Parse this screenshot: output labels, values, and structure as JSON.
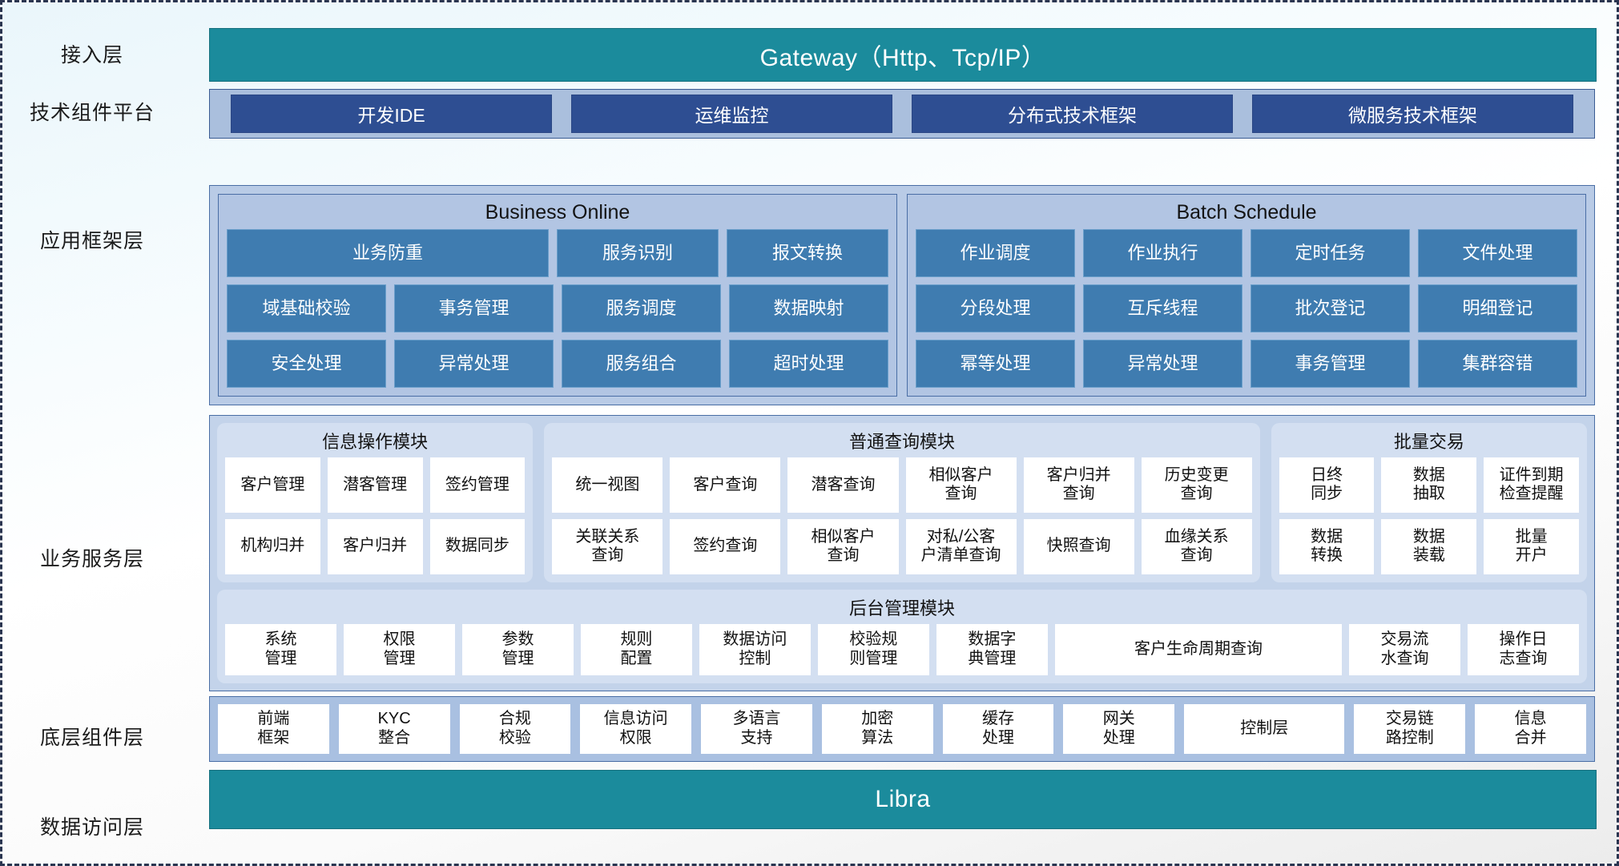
{
  "layers": [
    {
      "id": "access",
      "label": "接入层"
    },
    {
      "id": "tech",
      "label": "技术组件平台"
    },
    {
      "id": "appframe",
      "label": "应用框架层"
    },
    {
      "id": "bizservice",
      "label": "业务服务层"
    },
    {
      "id": "component",
      "label": "底层组件层"
    },
    {
      "id": "dataaccess",
      "label": "数据访问层"
    }
  ],
  "access": {
    "gateway_label": "Gateway（Http、Tcp/IP）"
  },
  "tech": {
    "items": [
      {
        "label": "开发IDE"
      },
      {
        "label": "运维监控"
      },
      {
        "label": "分布式技术框架"
      },
      {
        "label": "微服务技术框架"
      }
    ]
  },
  "appframe": {
    "panels": [
      {
        "title": "Business Online",
        "rows": [
          [
            {
              "label": "业务防重",
              "span": 2
            },
            {
              "label": "服务识别",
              "span": 1
            },
            {
              "label": "报文转换",
              "span": 1
            }
          ],
          [
            {
              "label": "域基础校验",
              "span": 1
            },
            {
              "label": "事务管理",
              "span": 1
            },
            {
              "label": "服务调度",
              "span": 1
            },
            {
              "label": "数据映射",
              "span": 1
            }
          ],
          [
            {
              "label": "安全处理",
              "span": 1
            },
            {
              "label": "异常处理",
              "span": 1
            },
            {
              "label": "服务组合",
              "span": 1
            },
            {
              "label": "超时处理",
              "span": 1
            }
          ]
        ]
      },
      {
        "title": "Batch Schedule",
        "rows": [
          [
            {
              "label": "作业调度",
              "span": 1
            },
            {
              "label": "作业执行",
              "span": 1
            },
            {
              "label": "定时任务",
              "span": 1
            },
            {
              "label": "文件处理",
              "span": 1
            }
          ],
          [
            {
              "label": "分段处理",
              "span": 1
            },
            {
              "label": "互斥线程",
              "span": 1
            },
            {
              "label": "批次登记",
              "span": 1
            },
            {
              "label": "明细登记",
              "span": 1
            }
          ],
          [
            {
              "label": "幂等处理",
              "span": 1
            },
            {
              "label": "异常处理",
              "span": 1
            },
            {
              "label": "事务管理",
              "span": 1
            },
            {
              "label": "集群容错",
              "span": 1
            }
          ]
        ]
      }
    ]
  },
  "bizservice": {
    "row1": [
      {
        "title": "信息操作模块",
        "rows": [
          [
            {
              "label": "客户管理"
            },
            {
              "label": "潜客管理"
            },
            {
              "label": "签约管理"
            }
          ],
          [
            {
              "label": "机构归并"
            },
            {
              "label": "客户归并"
            },
            {
              "label": "数据同步"
            }
          ]
        ]
      },
      {
        "title": "普通查询模块",
        "rows": [
          [
            {
              "label": "统一视图"
            },
            {
              "label": "客户查询"
            },
            {
              "label": "潜客查询"
            },
            {
              "label": "相似客户\n查询"
            },
            {
              "label": "客户归并\n查询"
            },
            {
              "label": "历史变更\n查询"
            }
          ],
          [
            {
              "label": "关联关系\n查询"
            },
            {
              "label": "签约查询"
            },
            {
              "label": "相似客户\n查询"
            },
            {
              "label": "对私/公客\n户清单查询"
            },
            {
              "label": "快照查询"
            },
            {
              "label": "血缘关系\n查询"
            }
          ]
        ]
      },
      {
        "title": "批量交易",
        "rows": [
          [
            {
              "label": "日终\n同步"
            },
            {
              "label": "数据\n抽取"
            },
            {
              "label": "证件到期\n检查提醒"
            }
          ],
          [
            {
              "label": "数据\n转换"
            },
            {
              "label": "数据\n装载"
            },
            {
              "label": "批量\n开户"
            }
          ]
        ]
      }
    ],
    "row2": {
      "title": "后台管理模块",
      "items": [
        {
          "label": "系统\n管理",
          "wide": false
        },
        {
          "label": "权限\n管理",
          "wide": false
        },
        {
          "label": "参数\n管理",
          "wide": false
        },
        {
          "label": "规则\n配置",
          "wide": false
        },
        {
          "label": "数据访问\n控制",
          "wide": false
        },
        {
          "label": "校验规\n则管理",
          "wide": false
        },
        {
          "label": "数据字\n典管理",
          "wide": false
        },
        {
          "label": "客户生命周期查询",
          "wide": true
        },
        {
          "label": "交易流\n水查询",
          "wide": false
        },
        {
          "label": "操作日\n志查询",
          "wide": false
        }
      ]
    }
  },
  "component": {
    "items": [
      {
        "label": "前端\n框架",
        "wide": false
      },
      {
        "label": "KYC\n整合",
        "wide": false
      },
      {
        "label": "合规\n校验",
        "wide": false
      },
      {
        "label": "信息访问\n权限",
        "wide": false
      },
      {
        "label": "多语言\n支持",
        "wide": false
      },
      {
        "label": "加密\n算法",
        "wide": false
      },
      {
        "label": "缓存\n处理",
        "wide": false
      },
      {
        "label": "网关\n处理",
        "wide": false
      },
      {
        "label": "控制层",
        "wide": true
      },
      {
        "label": "交易链\n路控制",
        "wide": false
      },
      {
        "label": "信息\n合并",
        "wide": false
      }
    ]
  },
  "dataaccess": {
    "label": "Libra"
  },
  "colors": {
    "teal": "#1b8b9c",
    "tech_strip": "#aabfdd",
    "tech_box": "#2e4e92",
    "appframe_bg": "#b9cbe6",
    "panel_bg": "#b2c5e3",
    "cell_blue": "#3f7cb0",
    "biz_bg": "#c3d3ea",
    "group_bg": "#d3dff1",
    "component_bg": "#a9c0e1",
    "border": "#4a6ea5",
    "cell_white": "#ffffff"
  }
}
